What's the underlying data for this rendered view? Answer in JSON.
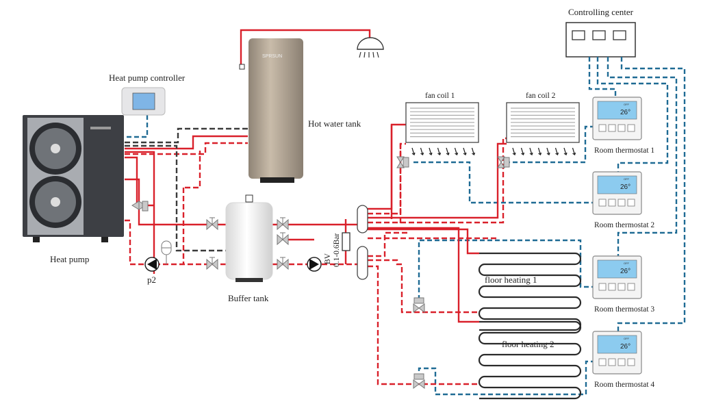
{
  "title": "Heat pump heating system schematic",
  "labels": {
    "controlling_center": "Controlling center",
    "heat_pump_controller": "Heat pump controller",
    "heat_pump": "Heat pump",
    "hot_water_tank": "Hot water tank",
    "buffer_tank": "Buffer tank",
    "pump": "p2",
    "bypass_valve": "BV",
    "bypass_pressure": "0.1-0.6Bar",
    "fan_coils": [
      "fan coil 1",
      "fan coil 2"
    ],
    "floor_heating": [
      "floor heating 1",
      "floor heating 2"
    ],
    "thermostats": [
      "Room thermostat 1",
      "Room thermostat 2",
      "Room thermostat 3",
      "Room thermostat 4"
    ]
  },
  "thermostat_display": {
    "temperature": "26°",
    "mode": "OFF"
  },
  "brand": "SPRSUN",
  "colors": {
    "hot_pipe": "#d9202a",
    "control_wire": "#1f6b94",
    "return_pipe": "#3a3a3a"
  }
}
